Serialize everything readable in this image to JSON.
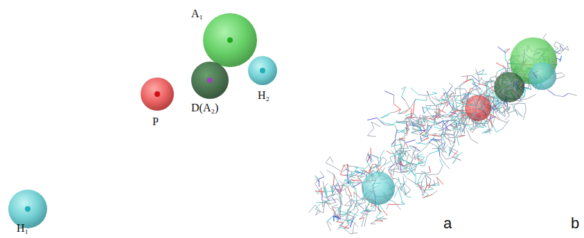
{
  "diagram": {
    "nodes": [
      {
        "text": [
          "A₁"
        ]
      },
      {
        "text": [
          "D(A₂)"
        ]
      },
      {
        "text": [
          "H₂"
        ]
      },
      {
        "text": [
          "P"
        ]
      },
      {
        "text": [
          "H₁"
        ]
      }
    ],
    "labels": [
      "a",
      "b"
    ]
  }
}
